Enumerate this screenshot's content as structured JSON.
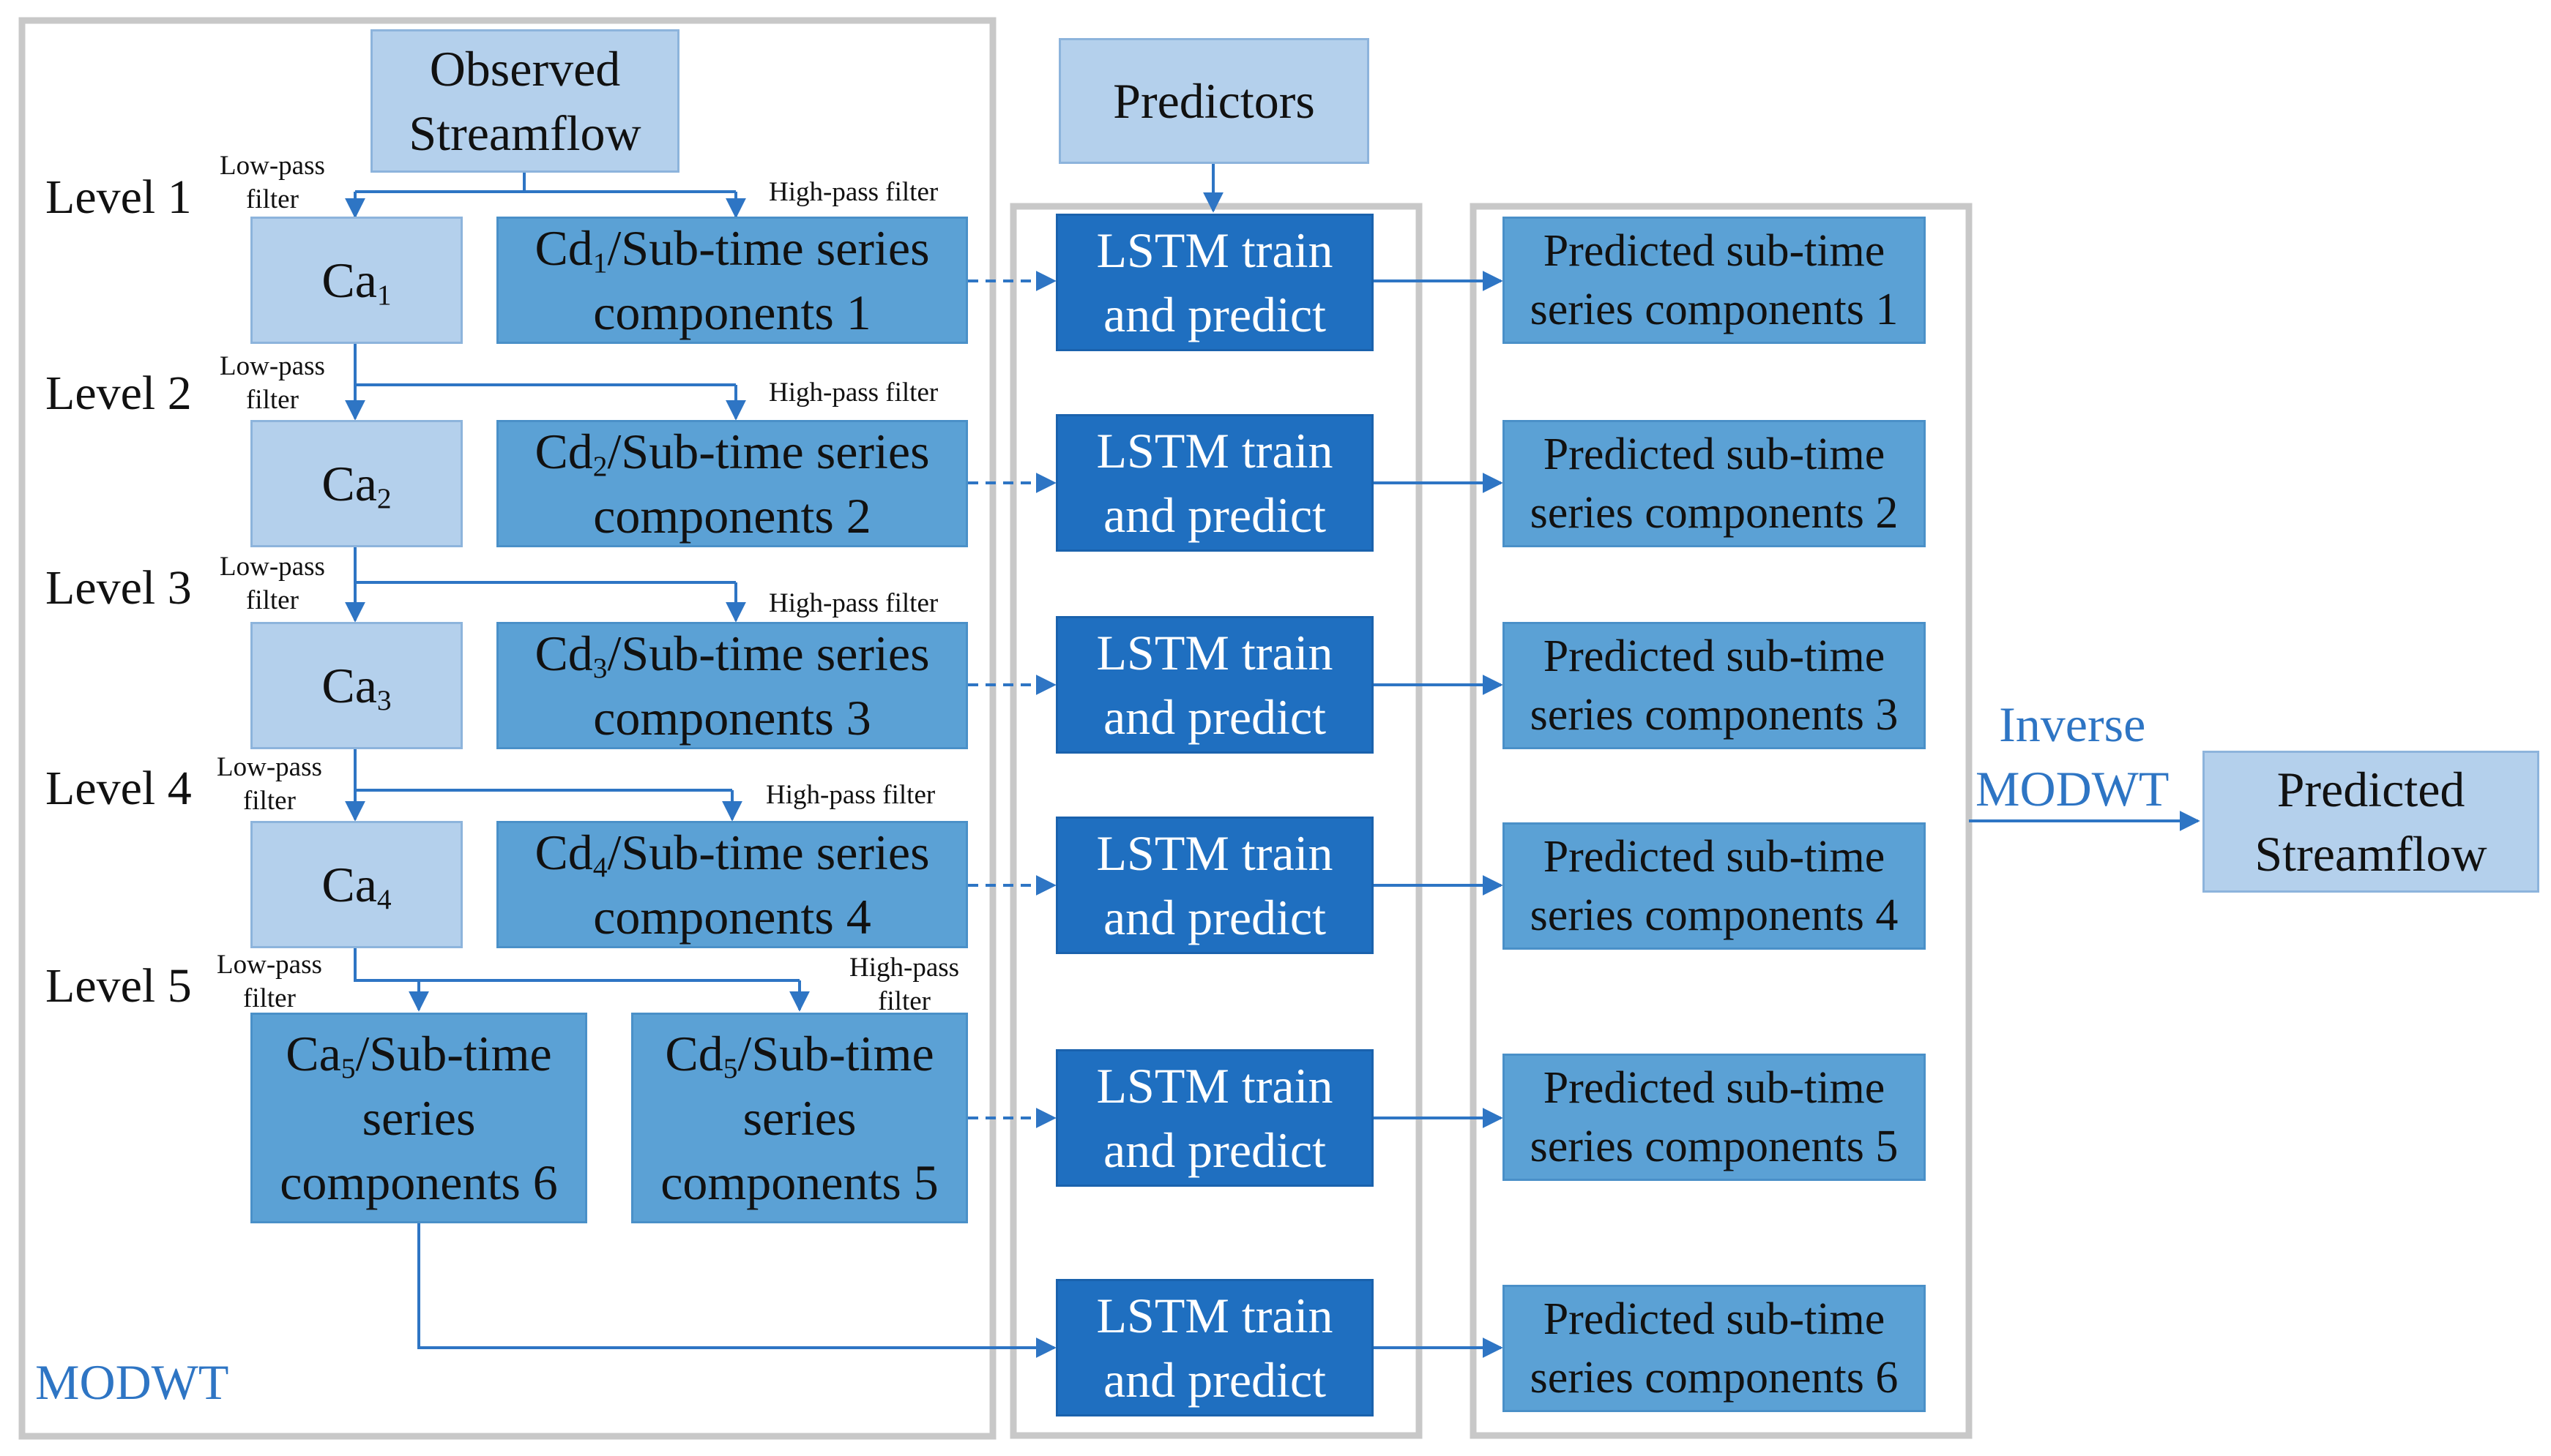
{
  "observed": {
    "line1": "Observed",
    "line2": "Streamflow"
  },
  "predictors": "Predictors",
  "modwt_label": "MODWT",
  "inverse": {
    "line1": "Inverse",
    "line2": "MODWT"
  },
  "output": {
    "line1": "Predicted",
    "line2": "Streamflow"
  },
  "filters": {
    "low_a": "Low-pass",
    "low_b": "filter",
    "high": "High-pass filter",
    "high_a": "High-pass",
    "high_b": "filter"
  },
  "levels": [
    "Level 1",
    "Level 2",
    "Level 3",
    "Level 4",
    "Level 5"
  ],
  "ca": [
    {
      "base": "Ca",
      "sub": "1"
    },
    {
      "base": "Ca",
      "sub": "2"
    },
    {
      "base": "Ca",
      "sub": "3"
    },
    {
      "base": "Ca",
      "sub": "4"
    }
  ],
  "cd": [
    {
      "base": "Cd",
      "sub": "1",
      "rest": "/Sub-time series",
      "line2": "components 1"
    },
    {
      "base": "Cd",
      "sub": "2",
      "rest": "/Sub-time series",
      "line2": "components 2"
    },
    {
      "base": "Cd",
      "sub": "3",
      "rest": "/Sub-time series",
      "line2": "components 3"
    },
    {
      "base": "Cd",
      "sub": "4",
      "rest": "/Sub-time series",
      "line2": "components 4"
    }
  ],
  "ca5": {
    "base": "Ca",
    "sub": "5",
    "rest": "/Sub-time",
    "line2": "series",
    "line3": "components 6"
  },
  "cd5": {
    "base": "Cd",
    "sub": "5",
    "rest": "/Sub-time",
    "line2": "series",
    "line3": "components 5"
  },
  "lstm": {
    "line1": "LSTM train",
    "line2": "and predict"
  },
  "predicted": [
    {
      "line1": "Predicted sub-time",
      "line2": "series components 1"
    },
    {
      "line1": "Predicted sub-time",
      "line2": "series components 2"
    },
    {
      "line1": "Predicted sub-time",
      "line2": "series components 3"
    },
    {
      "line1": "Predicted sub-time",
      "line2": "series components 4"
    },
    {
      "line1": "Predicted sub-time",
      "line2": "series components 5"
    },
    {
      "line1": "Predicted sub-time",
      "line2": "series components 6"
    }
  ],
  "colors": {
    "arrow": "#2e75c4",
    "frame": "#c8c8c8",
    "modwt_text": "#2e75c4"
  }
}
